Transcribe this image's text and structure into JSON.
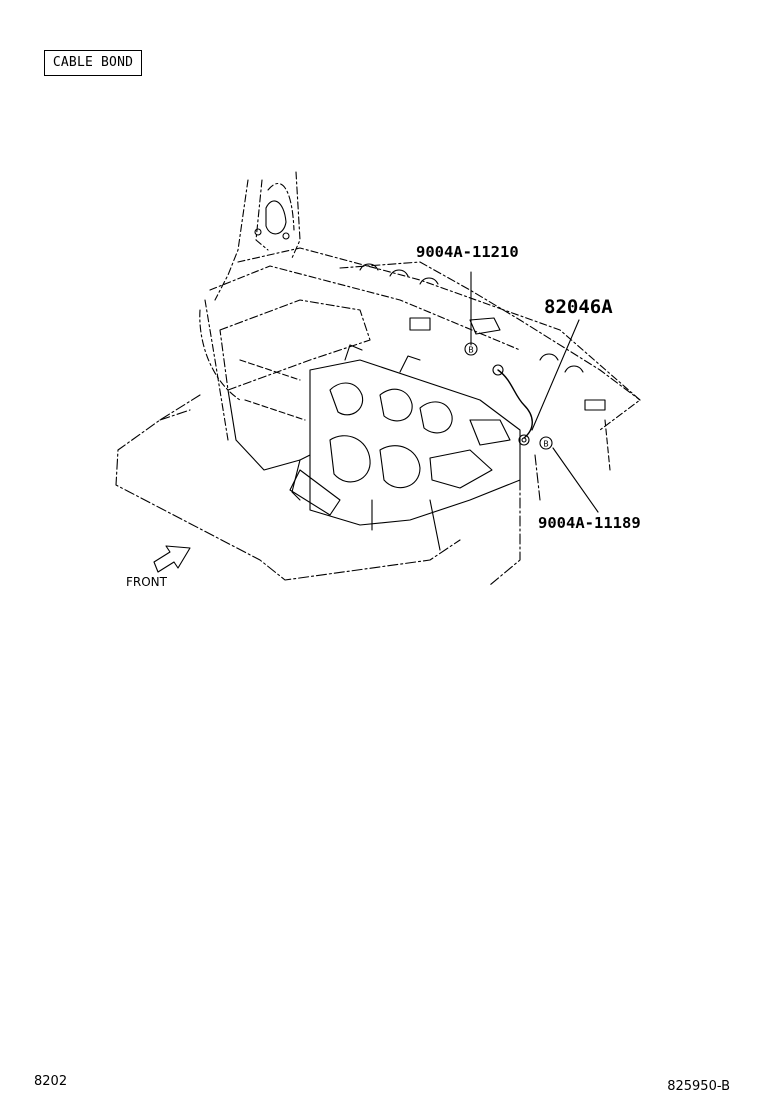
{
  "diagram": {
    "title": "CABLE BOND",
    "front_label": "FRONT",
    "callouts": {
      "bolt_upper": "9004A-11210",
      "cable": "82046A",
      "bolt_lower": "9004A-11189"
    },
    "marker_letter": "B",
    "page_code": "8202",
    "figure_id": "825950-B"
  }
}
